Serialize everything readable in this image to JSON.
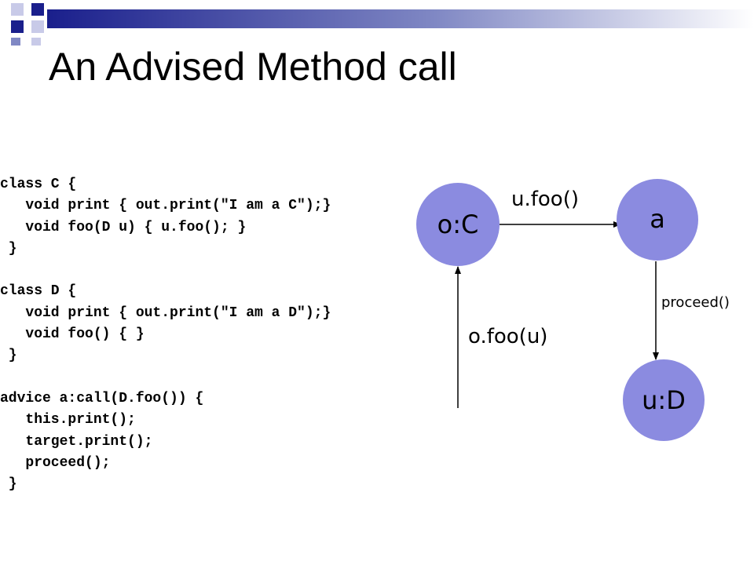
{
  "slide": {
    "title": "An Advised Method call"
  },
  "code": {
    "lines": [
      "class C {",
      "   void print { out.print(\"I am a C\");}",
      "   void foo(D u) { u.foo(); }",
      " }",
      "",
      "class D {",
      "   void print { out.print(\"I am a D\");}",
      "   void foo() { }",
      " }",
      "",
      "advice a:call(D.foo()) {",
      "   this.print();",
      "   target.print();",
      "   proceed();",
      " }"
    ]
  },
  "diagram": {
    "nodes": {
      "oc": "o:C",
      "a": "a",
      "ud": "u:D"
    },
    "edges": {
      "ufoo": "u.foo()",
      "proceed": "proceed()",
      "ofoo": "o.foo(u)"
    },
    "colors": {
      "node_fill": "#8b8be0",
      "line": "#000000",
      "banner_dark": "#1a1f8c",
      "banner_light": "#c8cae8"
    }
  }
}
